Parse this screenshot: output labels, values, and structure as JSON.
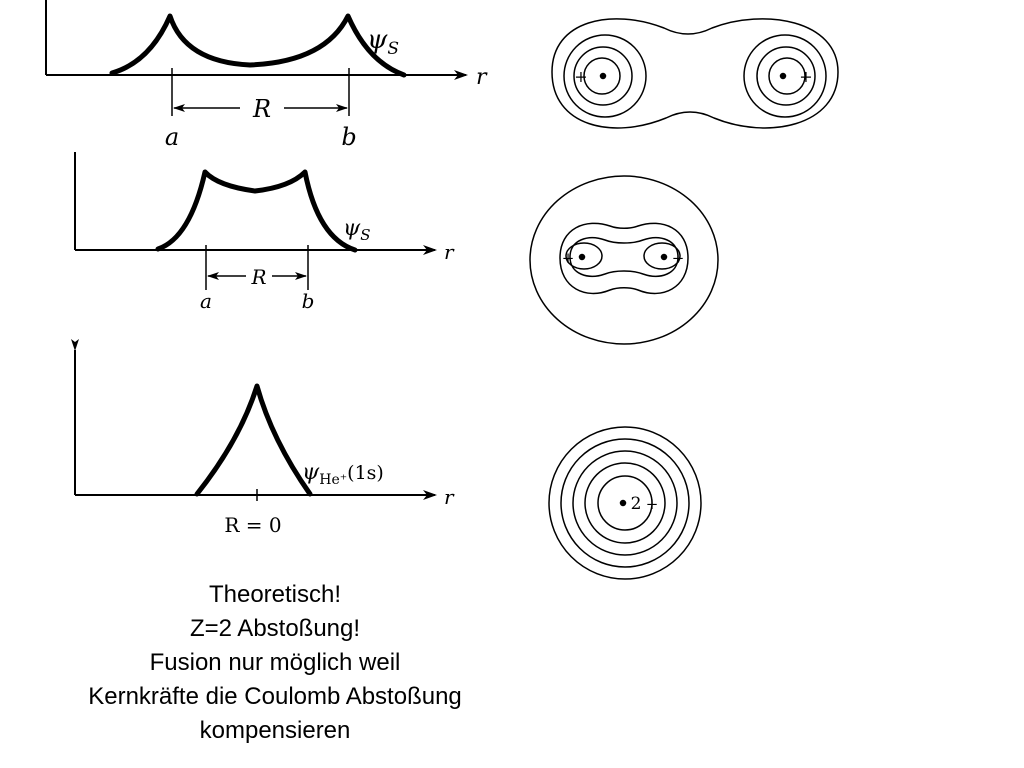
{
  "panels": [
    {
      "psi_symbol": "ψ",
      "psi_subscript": "S",
      "axis_label": "r",
      "separation_label": "R",
      "left_nucleus_label": "a",
      "right_nucleus_label": "b"
    },
    {
      "psi_symbol": "ψ",
      "psi_subscript": "S",
      "axis_label": "r",
      "separation_label": "R",
      "left_nucleus_label": "a",
      "right_nucleus_label": "b"
    },
    {
      "psi_symbol": "ψ",
      "psi_subscript": "He⁺",
      "psi_suffix": "(1s)",
      "axis_label": "r",
      "separation_label": "R = 0"
    }
  ],
  "contour_plots": [
    {
      "marks": [
        "+",
        "+"
      ]
    },
    {
      "marks": [
        "+",
        "+"
      ]
    },
    {
      "center_label": "2",
      "marks": [
        "+"
      ]
    }
  ],
  "caption": {
    "lines": [
      "Theoretisch!",
      "Z=2 Abstoßung!",
      "Fusion nur möglich weil",
      "Kernkräfte die Coulomb Abstoßung",
      "kompensieren"
    ]
  }
}
